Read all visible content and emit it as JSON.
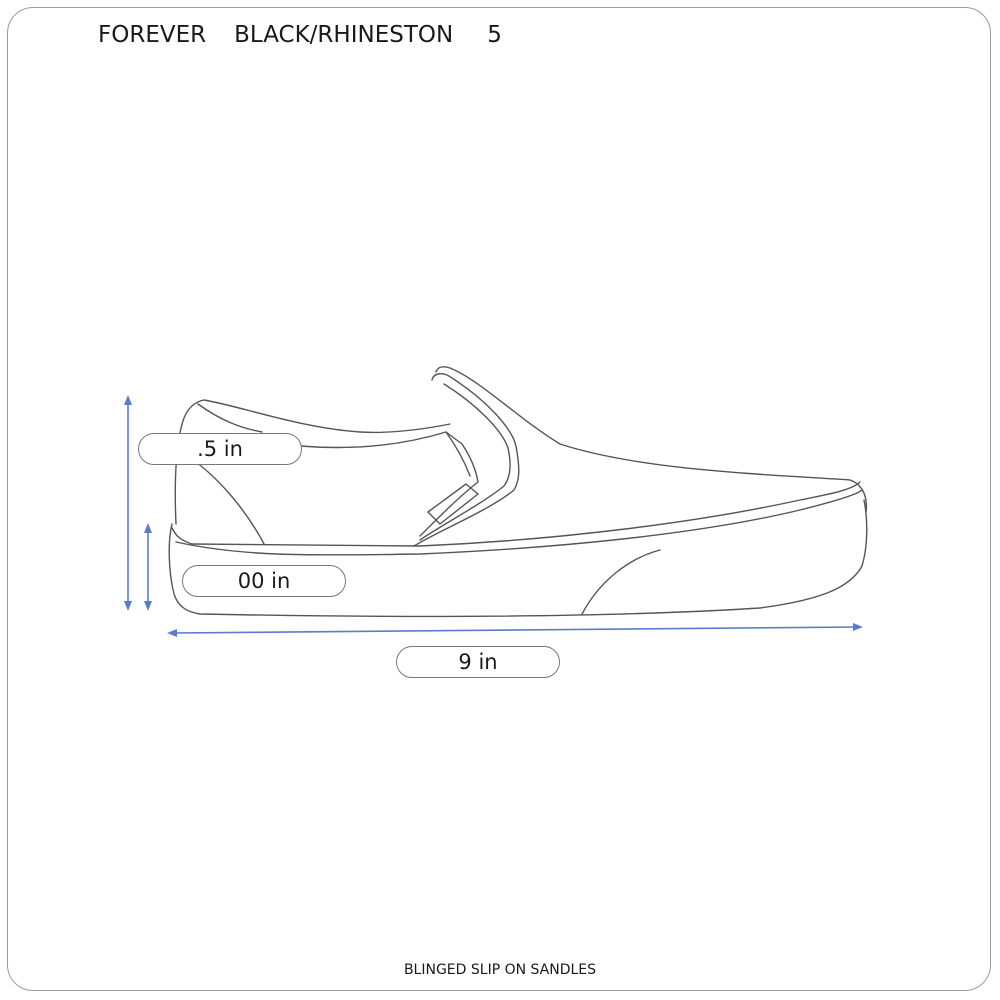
{
  "header": {
    "brand": "FOREVER",
    "color": "BLACK/RHINESTON",
    "size": "5"
  },
  "dimensions": {
    "height": ".5 in",
    "sole_height": "00 in",
    "length": "9 in"
  },
  "footer": {
    "product_name": "BLINGED SLIP ON SANDLES"
  },
  "colors": {
    "arrow": "#5b7ccc",
    "outline": "#555555",
    "border": "#9a9a9a"
  }
}
